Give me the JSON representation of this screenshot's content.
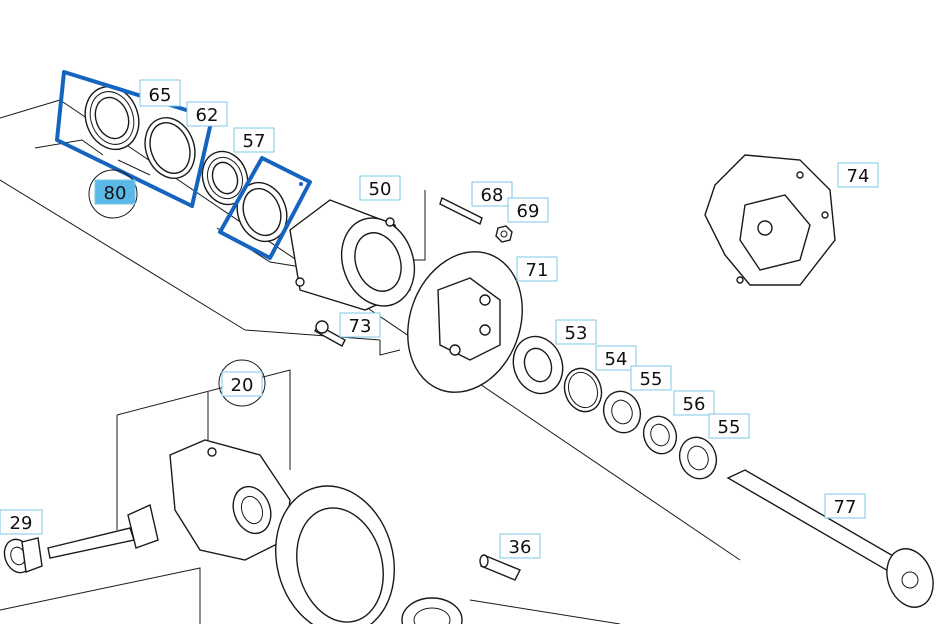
{
  "callouts": [
    {
      "id": "65",
      "text": "65"
    },
    {
      "id": "62",
      "text": "62"
    },
    {
      "id": "57",
      "text": "57"
    },
    {
      "id": "80",
      "text": "80",
      "selected": true
    },
    {
      "id": "50",
      "text": "50"
    },
    {
      "id": "68",
      "text": "68"
    },
    {
      "id": "69",
      "text": "69"
    },
    {
      "id": "71",
      "text": "71"
    },
    {
      "id": "74",
      "text": "74"
    },
    {
      "id": "73",
      "text": "73"
    },
    {
      "id": "53",
      "text": "53"
    },
    {
      "id": "54",
      "text": "54"
    },
    {
      "id": "55a",
      "text": "55"
    },
    {
      "id": "56",
      "text": "56"
    },
    {
      "id": "55b",
      "text": "55"
    },
    {
      "id": "20",
      "text": "20"
    },
    {
      "id": "29",
      "text": "29"
    },
    {
      "id": "77",
      "text": "77"
    },
    {
      "id": "36",
      "text": "36"
    }
  ],
  "colors": {
    "highlight": "#1565c0",
    "callout_border": "#7ec8e8",
    "callout_selected": "#5bb8e6"
  }
}
